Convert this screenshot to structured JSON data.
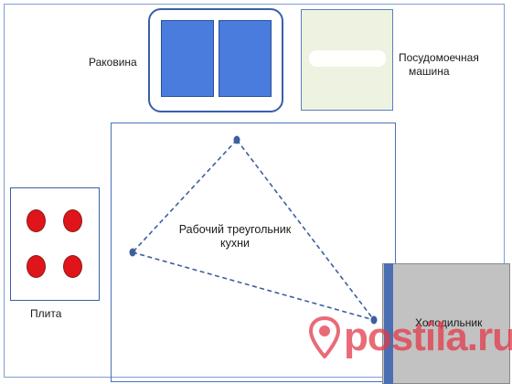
{
  "labels": {
    "sink": "Раковина",
    "dishwasher_line1": "Посудомоечная",
    "dishwasher_line2": "машина",
    "stove": "Плита",
    "fridge": "Холодильник",
    "triangle_line1": "Рабочий треугольник",
    "triangle_line2": "кухни"
  },
  "watermark": {
    "text": "postila.ru"
  },
  "colors": {
    "basin_blue": "#4a7cdd",
    "burner_red": "#e0141b",
    "triangle_line": "#3d5f9e",
    "fridge_gray": "#c2c2c2",
    "dishwasher_cream": "#eef2e0",
    "watermark_red": "#e23a4a"
  }
}
